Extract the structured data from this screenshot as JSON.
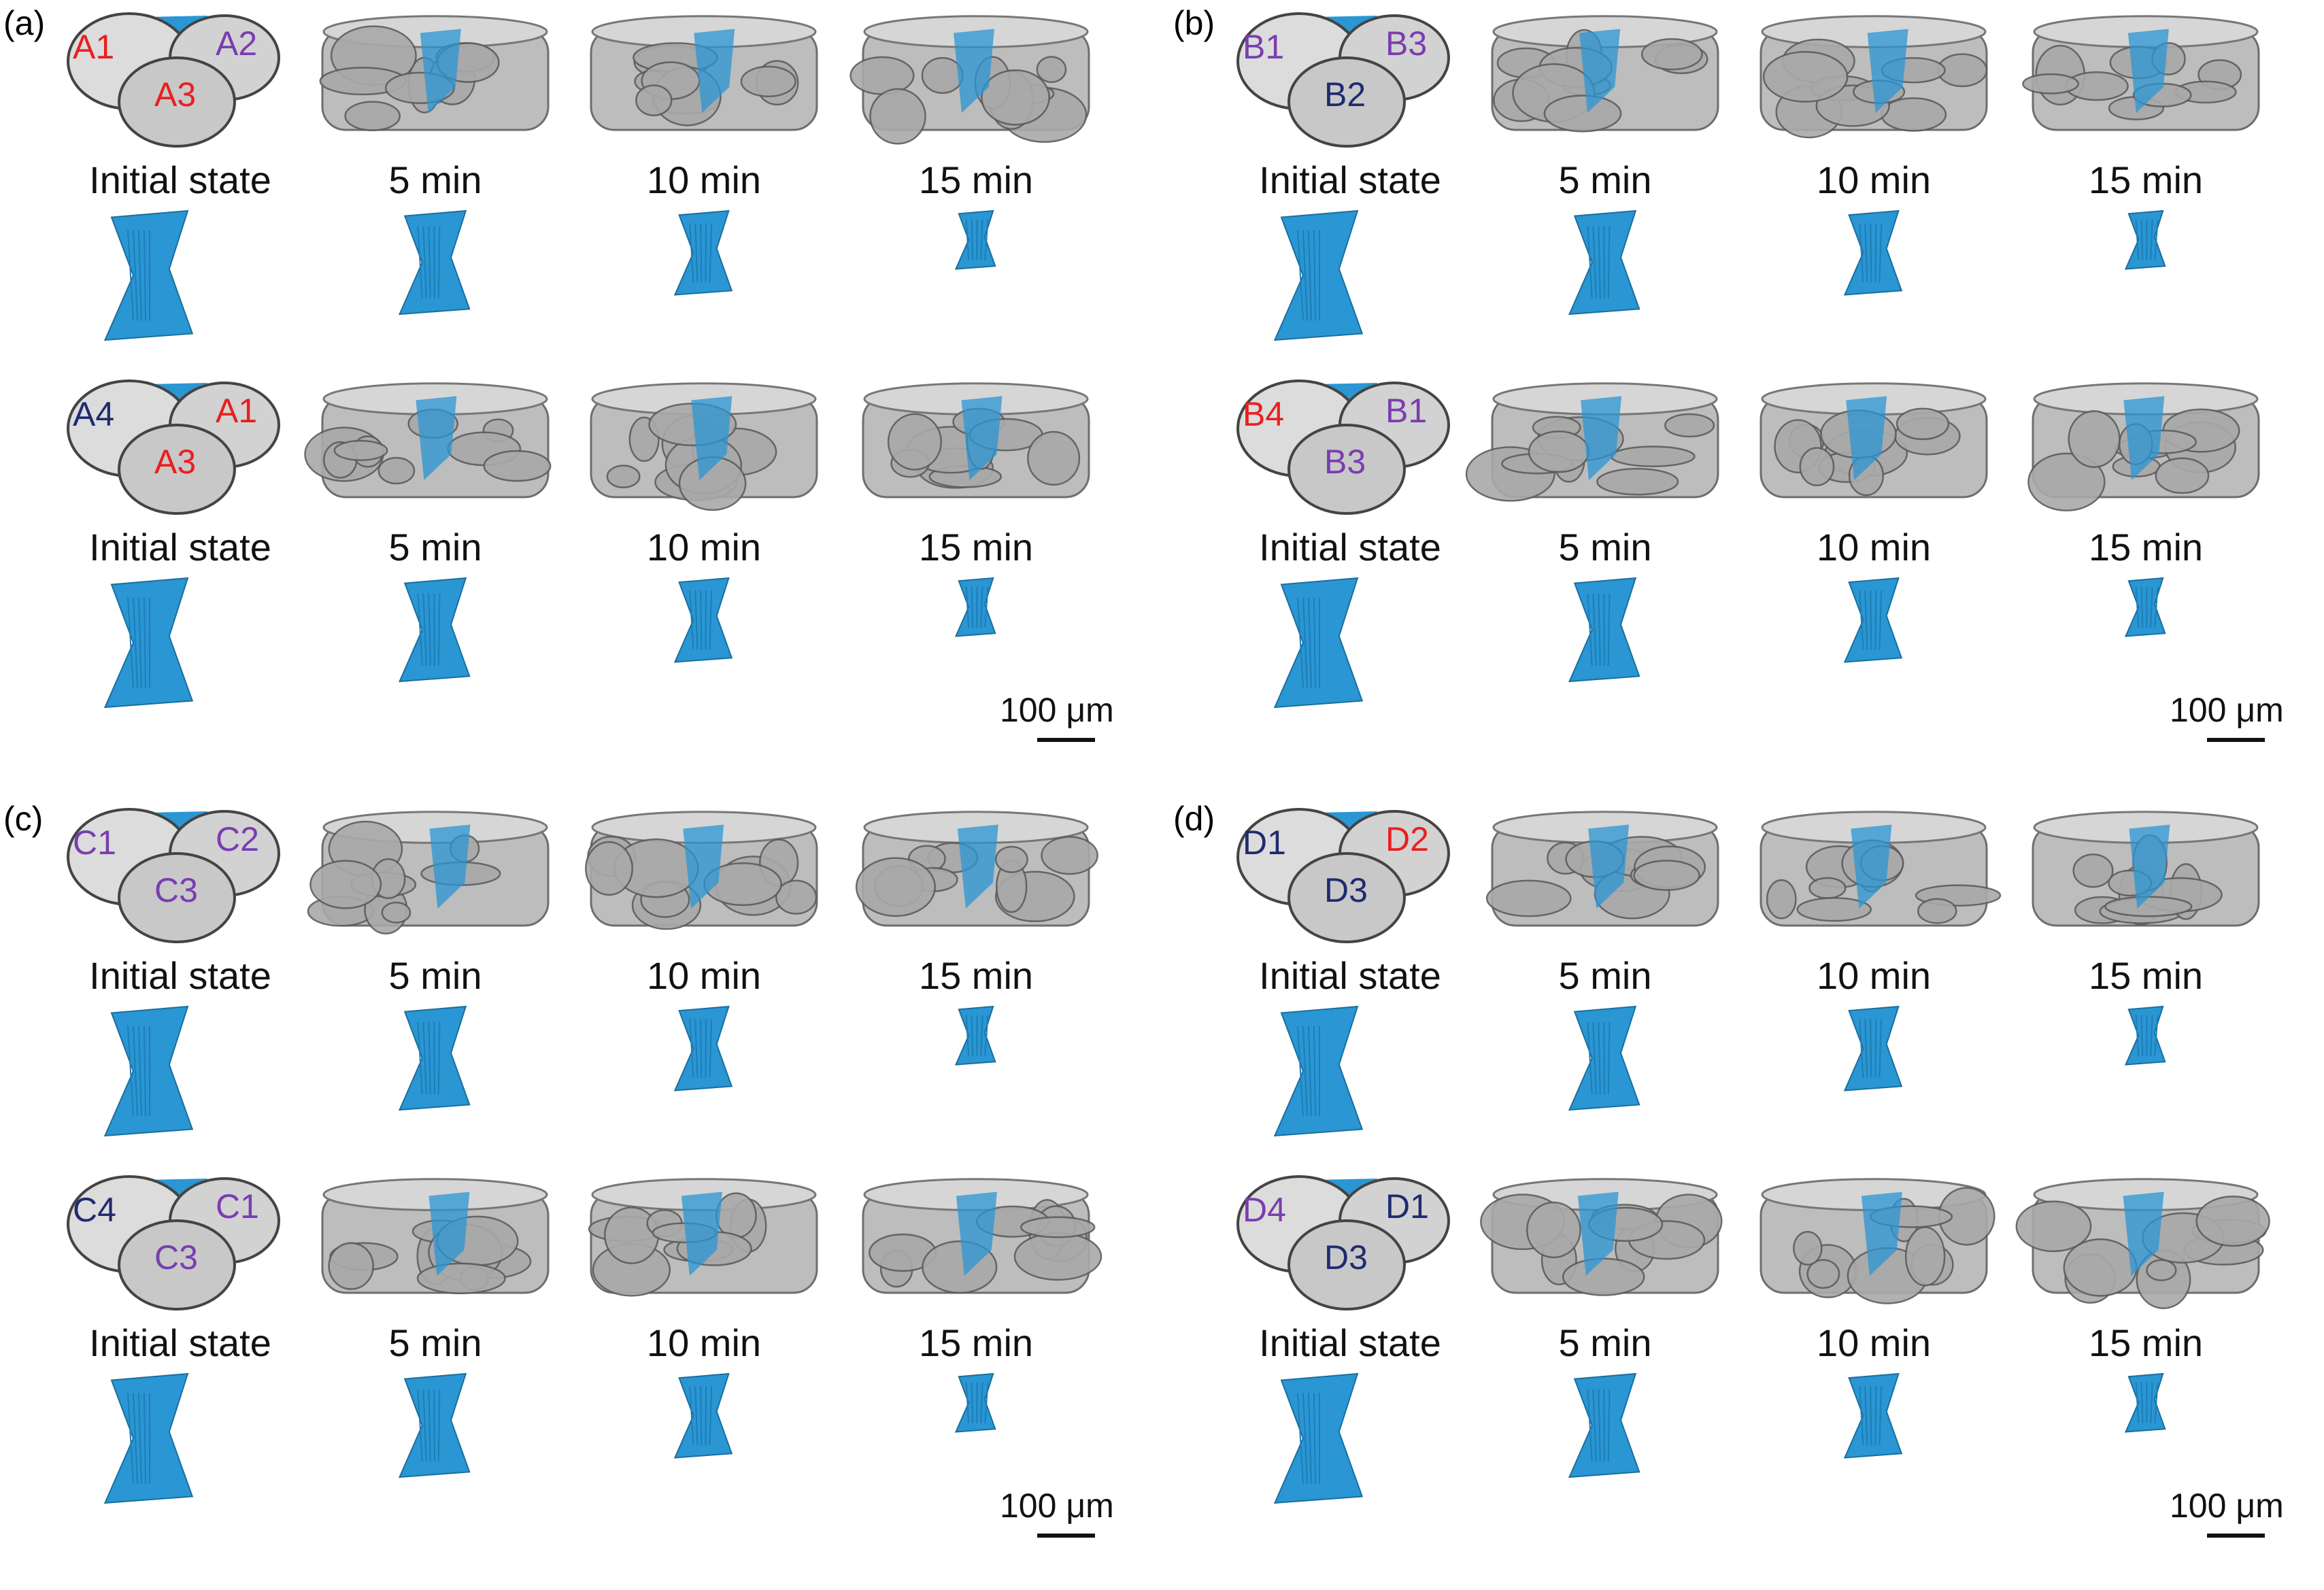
{
  "colors": {
    "pore_blue": "#2a96d4",
    "grain_gray": "#bdbdbd",
    "label_red": "#e8201f",
    "label_purple": "#7a3db0",
    "label_navy": "#1f2b6e"
  },
  "panels": [
    {
      "id": "a",
      "label": "(a)",
      "rows": [
        {
          "spheres": [
            {
              "text": "A1",
              "color": "red"
            },
            {
              "text": "A2",
              "color": "purple"
            },
            {
              "text": "A3",
              "color": "red"
            }
          ],
          "captions": [
            "Initial state",
            "5 min",
            "10 min",
            "15 min"
          ]
        },
        {
          "spheres": [
            {
              "text": "A4",
              "color": "navy"
            },
            {
              "text": "A1",
              "color": "red"
            },
            {
              "text": "A3",
              "color": "red"
            }
          ],
          "captions": [
            "Initial state",
            "5 min",
            "10 min",
            "15 min"
          ]
        }
      ],
      "scalebar": "100 μm"
    },
    {
      "id": "b",
      "label": "(b)",
      "rows": [
        {
          "spheres": [
            {
              "text": "B1",
              "color": "purple"
            },
            {
              "text": "B3",
              "color": "purple"
            },
            {
              "text": "B2",
              "color": "navy"
            }
          ],
          "captions": [
            "Initial state",
            "5 min",
            "10 min",
            "15 min"
          ]
        },
        {
          "spheres": [
            {
              "text": "B4",
              "color": "red"
            },
            {
              "text": "B1",
              "color": "purple"
            },
            {
              "text": "B3",
              "color": "purple"
            }
          ],
          "captions": [
            "Initial state",
            "5 min",
            "10 min",
            "15 min"
          ]
        }
      ],
      "scalebar": "100 μm"
    },
    {
      "id": "c",
      "label": "(c)",
      "rows": [
        {
          "spheres": [
            {
              "text": "C1",
              "color": "purple"
            },
            {
              "text": "C2",
              "color": "purple"
            },
            {
              "text": "C3",
              "color": "purple"
            }
          ],
          "captions": [
            "Initial state",
            "5 min",
            "10 min",
            "15 min"
          ]
        },
        {
          "spheres": [
            {
              "text": "C4",
              "color": "navy"
            },
            {
              "text": "C1",
              "color": "purple"
            },
            {
              "text": "C3",
              "color": "purple"
            }
          ],
          "captions": [
            "Initial state",
            "5 min",
            "10 min",
            "15 min"
          ]
        }
      ],
      "scalebar": "100 μm"
    },
    {
      "id": "d",
      "label": "(d)",
      "rows": [
        {
          "spheres": [
            {
              "text": "D1",
              "color": "navy"
            },
            {
              "text": "D2",
              "color": "red"
            },
            {
              "text": "D3",
              "color": "navy"
            }
          ],
          "captions": [
            "Initial state",
            "5 min",
            "10 min",
            "15 min"
          ]
        },
        {
          "spheres": [
            {
              "text": "D4",
              "color": "purple"
            },
            {
              "text": "D1",
              "color": "navy"
            },
            {
              "text": "D3",
              "color": "navy"
            }
          ],
          "captions": [
            "Initial state",
            "5 min",
            "10 min",
            "15 min"
          ]
        }
      ],
      "scalebar": "100 μm"
    }
  ]
}
